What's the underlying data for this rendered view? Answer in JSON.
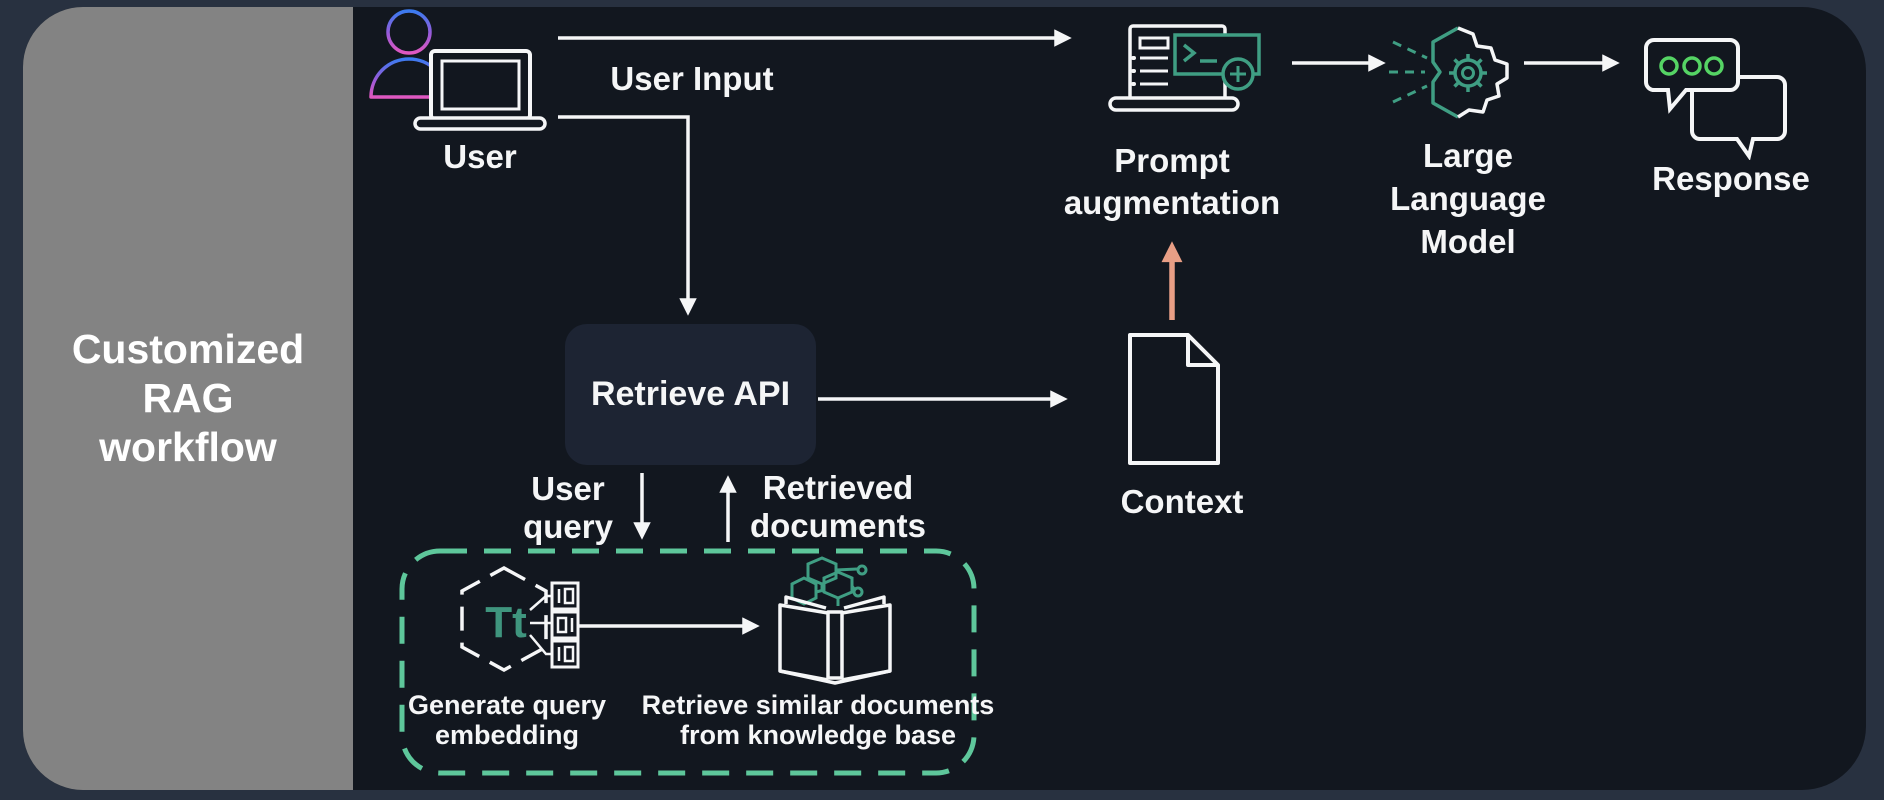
{
  "sidebar": {
    "title_lines": [
      "Customized",
      "RAG",
      "workflow"
    ]
  },
  "nodes": {
    "user": {
      "label": "User"
    },
    "retrieve_api": {
      "label": "Retrieve API"
    },
    "prompt_augmentation": {
      "lines": [
        "Prompt",
        "augmentation"
      ]
    },
    "llm": {
      "lines": [
        "Large",
        "Language",
        "Model"
      ]
    },
    "response": {
      "label": "Response"
    },
    "context": {
      "label": "Context"
    },
    "generate_embedding": {
      "glyph": "Tt",
      "caption_lines": [
        "Generate query",
        "embedding"
      ]
    },
    "knowledge_base": {
      "caption_lines": [
        "Retrieve similar documents",
        "from knowledge base"
      ]
    }
  },
  "edges": {
    "user_input": {
      "label": "User Input"
    },
    "user_query": {
      "lines": [
        "User",
        "query"
      ]
    },
    "retrieved_documents": {
      "lines": [
        "Retrieved",
        "documents"
      ]
    }
  },
  "palette": {
    "frame": "#283140",
    "panel_dark": "#12171f",
    "sidebar_gray": "#838383",
    "box_fill": "#1d2433",
    "accent_teal": "#3f9e83",
    "bright_green": "#55d464",
    "dashed_green": "#5ec79b",
    "arrow_salmon": "#e89e85",
    "person_gradient": [
      "#3a7bf0",
      "#9a5ad8",
      "#e058c0"
    ],
    "doc_line_gradient": [
      "#4b6de8",
      "#c55fc5"
    ]
  }
}
